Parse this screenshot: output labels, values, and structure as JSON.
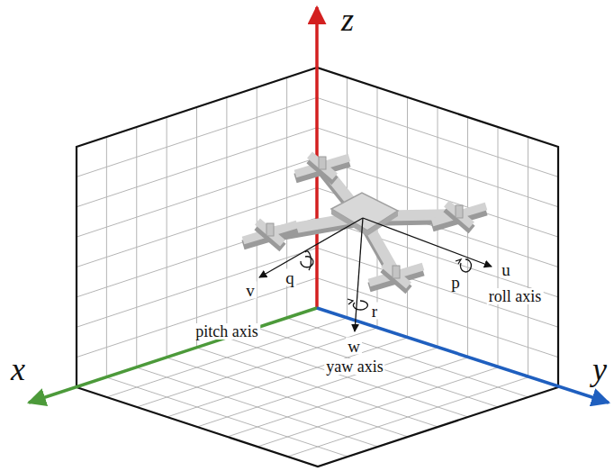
{
  "diagram": {
    "labels": [
      "z",
      "x",
      "y",
      "q",
      "v",
      "pitch axis",
      "r",
      "w",
      "yaw axis",
      "p",
      "u",
      "roll axis"
    ]
  }
}
